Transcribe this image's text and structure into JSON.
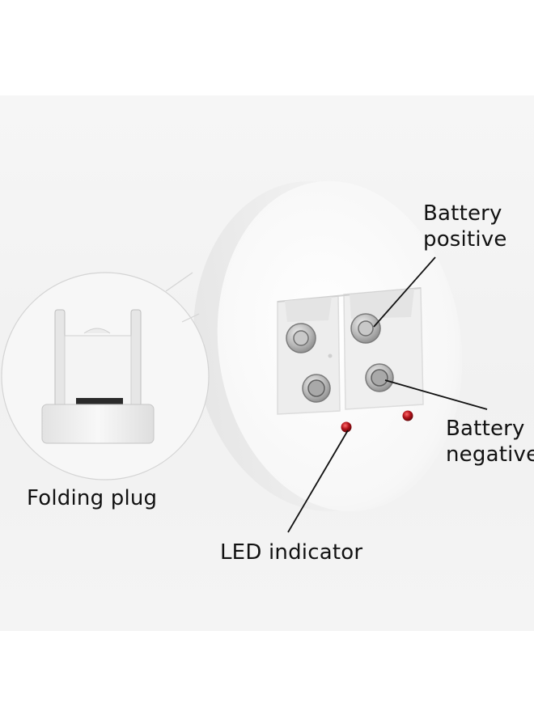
{
  "labels": {
    "battery_positive": [
      "Battery",
      "positive"
    ],
    "battery_negative": [
      "Battery",
      "negative"
    ],
    "led_indicator": "LED indicator",
    "folding_plug": "Folding plug"
  },
  "colors": {
    "background": "#ffffff",
    "photo_backdrop": "#f3f3f3",
    "charger_body": "#fdfdfd",
    "led_red": "#b0121a",
    "metal_terminal": "#b9b9b9",
    "callout_line": "#111111"
  },
  "icons": [
    "charger-icon",
    "battery-terminal-icon",
    "led-icon",
    "folding-plug-icon"
  ]
}
